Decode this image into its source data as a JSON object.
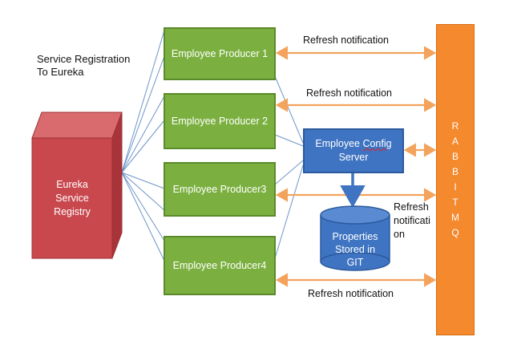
{
  "caption": {
    "line1": "Service Registration",
    "line2": "To Eureka"
  },
  "eureka": {
    "line1": "Eureka",
    "line2": "Service",
    "line3": "Registry"
  },
  "producers": [
    "Employee Producer 1",
    "Employee Producer 2",
    "Employee Producer3",
    "Employee Producer4"
  ],
  "config_server": {
    "line1_a": "Employee ",
    "line1_b": "Config",
    "line2": "Server"
  },
  "storage": {
    "line1": "Properties",
    "line2": "Stored in",
    "line3": "GIT"
  },
  "rabbitmq": [
    "R",
    "A",
    "B",
    "B",
    "I",
    "T",
    "M",
    "Q"
  ],
  "notifications": {
    "top1": "Refresh notification",
    "top2": "Refresh notification",
    "side_line1": "Refresh",
    "side_line2": "notificati",
    "side_line3": "on",
    "bottom": "Refresh notification"
  },
  "colors": {
    "producer": "#7bb040",
    "config": "#3f74c2",
    "storage": "#3f74c2",
    "rabbitmq": "#f4892e",
    "eureka": "#c8484e",
    "arrow": "#f4a35c"
  }
}
